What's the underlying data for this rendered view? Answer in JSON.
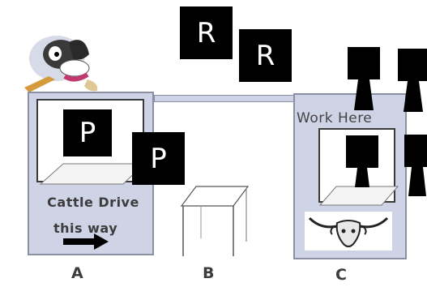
{
  "tiles": {
    "r1": "R",
    "r2": "R",
    "p1": "P",
    "p2": "P"
  },
  "stations": {
    "a": {
      "sign_line1": "Cattle Drive",
      "sign_line2": "this way",
      "label": "A"
    },
    "b": {
      "label": "B"
    },
    "c": {
      "sign": "Work Here",
      "label": "C"
    }
  },
  "icons": {
    "mascot": "cartoon-dog-bird-icon",
    "arrow": "right-arrow-icon",
    "steer": "longhorn-steer-icon",
    "worker": "worker-silhouette-icon"
  },
  "colors": {
    "station_fill": "#cfd3e6",
    "station_border": "#8a8fa3",
    "tile": "#000000"
  }
}
